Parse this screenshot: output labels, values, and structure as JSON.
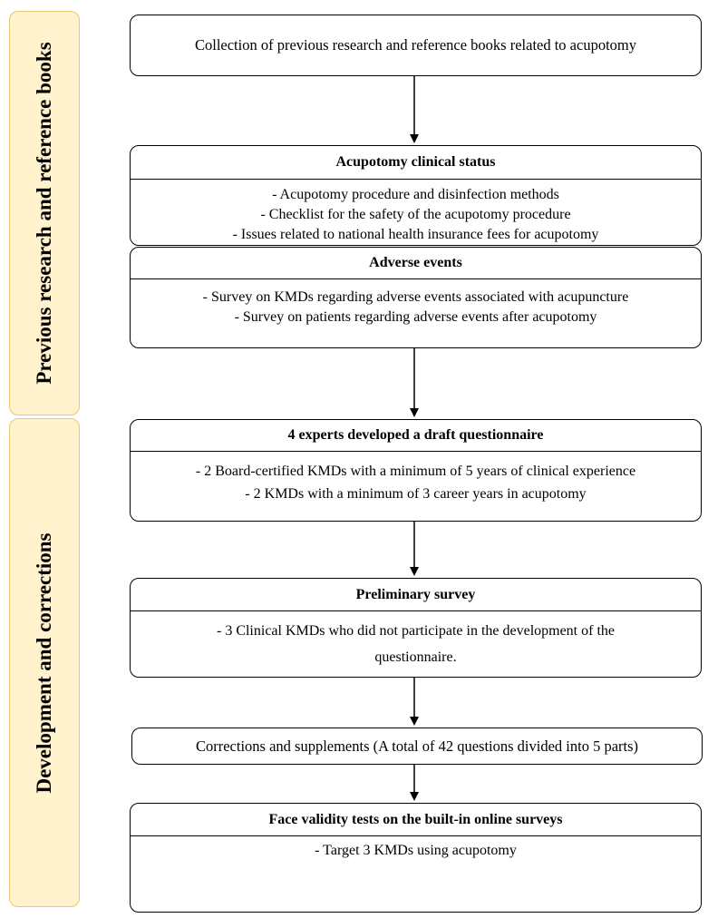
{
  "phases": [
    {
      "label": "Previous research and reference books"
    },
    {
      "label": "Development and corrections"
    }
  ],
  "steps": [
    {
      "text": "Collection of previous research and reference books related to acupotomy"
    },
    {
      "title": "Acupotomy clinical status",
      "items": [
        "- Acupotomy procedure and disinfection methods",
        "- Checklist for the safety of the acupotomy procedure",
        "- Issues related to national health insurance fees for acupotomy"
      ]
    },
    {
      "title": "Adverse events",
      "items": [
        "- Survey on KMDs regarding adverse events associated with acupuncture",
        "- Survey on patients regarding adverse events after acupotomy"
      ]
    },
    {
      "title": "4 experts developed a draft questionnaire",
      "items": [
        "- 2 Board-certified KMDs with a minimum of 5 years of clinical experience",
        "- 2 KMDs with a minimum of 3 career years in acupotomy"
      ]
    },
    {
      "title": "Preliminary survey",
      "items": [
        "- 3 Clinical KMDs who did not participate in the development of the questionnaire."
      ]
    },
    {
      "text": "Corrections and supplements (A total of 42 questions divided into 5 parts)"
    },
    {
      "title": "Face validity tests on the built-in online surveys",
      "items": [
        "- Target 3 KMDs using acupotomy"
      ]
    }
  ]
}
